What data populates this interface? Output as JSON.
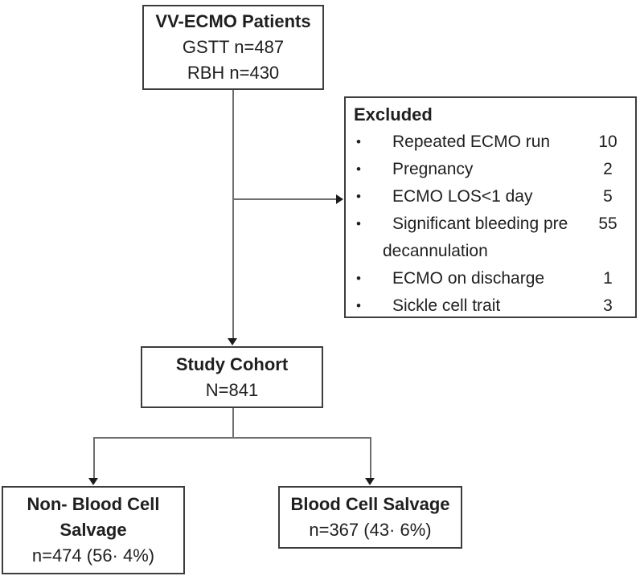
{
  "diagram": {
    "top_box": {
      "title": "VV-ECMO Patients",
      "line1": "GSTT n=487",
      "line2": "RBH n=430"
    },
    "excluded_box": {
      "title": "Excluded",
      "bullet_glyph": "•",
      "items": [
        {
          "label": "Repeated ECMO run",
          "value": "10"
        },
        {
          "label": "Pregnancy",
          "value": "2"
        },
        {
          "label": "ECMO LOS<1 day",
          "value": "5"
        },
        {
          "label": "Significant bleeding pre decannulation",
          "value": "55"
        },
        {
          "label": "ECMO on discharge",
          "value": "1"
        },
        {
          "label": "Sickle cell trait",
          "value": "3"
        }
      ]
    },
    "study_box": {
      "title": "Study Cohort",
      "subtitle": "N=841"
    },
    "non_bcs_box": {
      "title_line1": "Non- Blood Cell",
      "title_line2": "Salvage",
      "subtitle": "n=474 (56· 4%)"
    },
    "bcs_box": {
      "title": "Blood Cell Salvage",
      "subtitle": "n=367 (43· 6%)"
    }
  },
  "colors": {
    "line": "#6e6e6e",
    "arrowhead": "#1c1c1c",
    "border": "#3d3d3d",
    "text": "#1f1f1f",
    "background": "#ffffff"
  }
}
